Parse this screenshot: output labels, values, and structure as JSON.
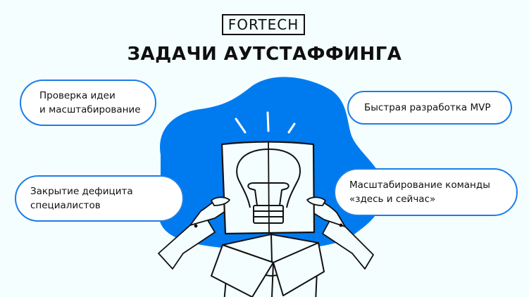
{
  "logo": {
    "text": "FORTECH"
  },
  "title": "ЗАДАЧИ АУТСТАФФИНГА",
  "colors": {
    "background": "#f4fefe",
    "accent_blue": "#007bef",
    "pill_border": "#1c7ee6",
    "text": "#111111"
  },
  "pills": [
    {
      "line1": "Проверка идеи",
      "line2": "и масштабирование"
    },
    {
      "line1": "Быстрая разработка MVP",
      "line2": ""
    },
    {
      "line1": "Закрытие дефицита",
      "line2": "специалистов"
    },
    {
      "line1": "Масштабирование команды",
      "line2": "«здесь и сейчас»"
    }
  ],
  "illustration": {
    "subject": "lightbulb-drawing-held-by-hands-over-open-box",
    "icons": [
      "lightbulb-icon",
      "hands-icon",
      "open-box-icon",
      "blue-blob"
    ]
  }
}
